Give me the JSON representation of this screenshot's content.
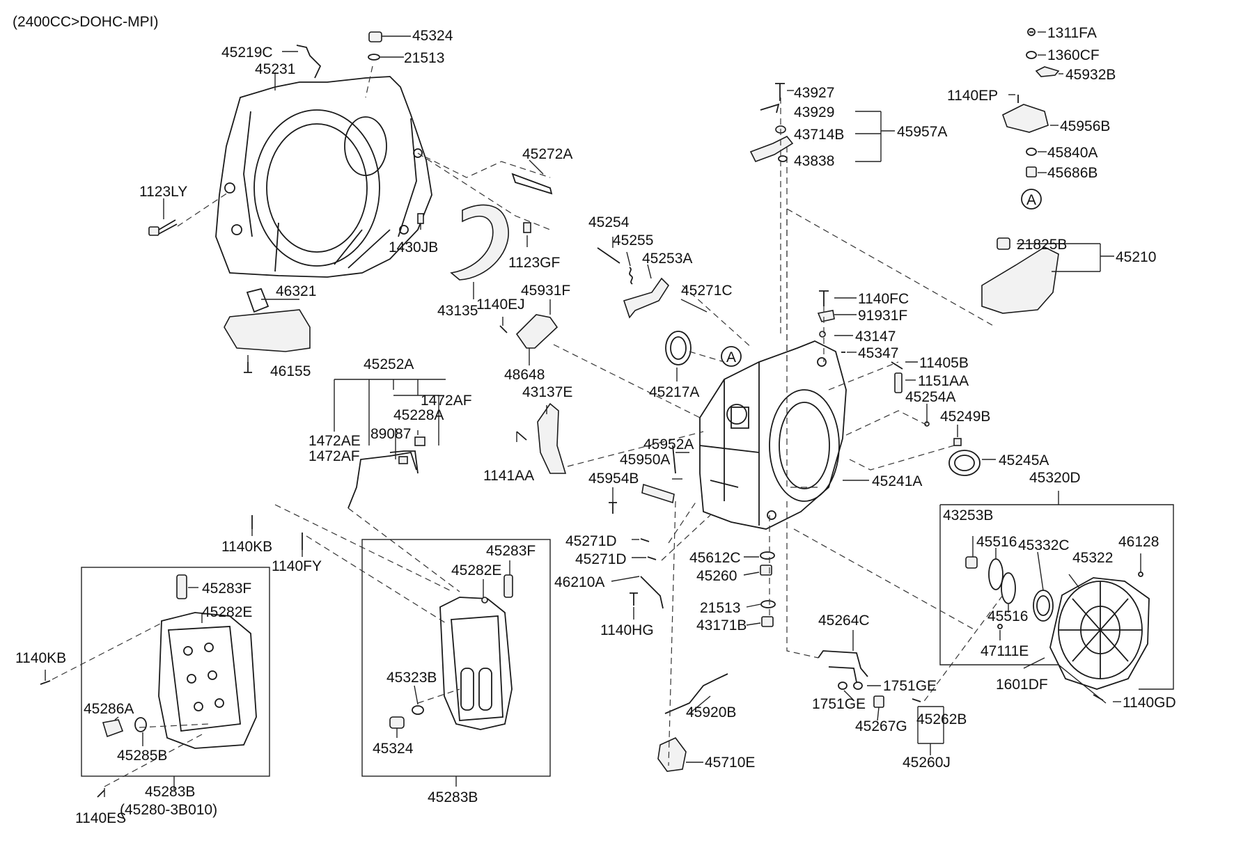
{
  "header": "(2400CC>DOHC-MPI)",
  "labels": {
    "l45324a": "45324",
    "l21513a": "21513",
    "l45219C": "45219C",
    "l45231": "45231",
    "l1123LY": "1123LY",
    "l45272A": "45272A",
    "l1430JB": "1430JB",
    "l1123GF": "1123GF",
    "l43135": "43135",
    "l46321": "46321",
    "l46155": "46155",
    "l45252A": "45252A",
    "l1472AF_a": "1472AF",
    "l45228A": "45228A",
    "l89087": "89087",
    "l1472AE": "1472AE",
    "l1472AF_b": "1472AF",
    "l45254": "45254",
    "l45255": "45255",
    "l45253A": "45253A",
    "l45271C": "45271C",
    "l1140EJ": "1140EJ",
    "l45931F": "45931F",
    "l48648": "48648",
    "l43137E": "43137E",
    "l1141AA": "1141AA",
    "l45217A": "45217A",
    "lA1": "A",
    "l43927": "43927",
    "l43929": "43929",
    "l43714B": "43714B",
    "l43838": "43838",
    "l45957A": "45957A",
    "l1311FA": "1311FA",
    "l1360CF": "1360CF",
    "l45932B": "45932B",
    "l1140EP": "1140EP",
    "l45956B": "45956B",
    "l45840A": "45840A",
    "l45686B": "45686B",
    "lA2": "A",
    "l21825B": "21825B",
    "l45210": "45210",
    "l1140FC": "1140FC",
    "l91931F": "91931F",
    "l43147": "43147",
    "l45347": "45347",
    "l11405B": "11405B",
    "l1151AA": "1151AA",
    "l45254A": "45254A",
    "l45249B": "45249B",
    "l45245A": "45245A",
    "l45952A": "45952A",
    "l45950A": "45950A",
    "l45954B": "45954B",
    "l45241A": "45241A",
    "l45320D": "45320D",
    "l43253B": "43253B",
    "l45516a": "45516",
    "l45332C": "45332C",
    "l46128": "46128",
    "l45322": "45322",
    "l45516b": "45516",
    "l47111E": "47111E",
    "l1601DF": "1601DF",
    "l1140GD": "1140GD",
    "l45271Da": "45271D",
    "l45271Db": "45271D",
    "l45612C": "45612C",
    "l45260": "45260",
    "l46210A": "46210A",
    "l1140HG": "1140HG",
    "l21513b": "21513",
    "l43171B": "43171B",
    "l45264C": "45264C",
    "l1751GEa": "1751GE",
    "l1751GEb": "1751GE",
    "l45267G": "45267G",
    "l45262B": "45262B",
    "l45260J": "45260J",
    "l45920B": "45920B",
    "l45710E": "45710E",
    "l1140KBa": "1140KB",
    "l1140FY": "1140FY",
    "l45283Fa": "45283F",
    "l45282Ea": "45282E",
    "l1140KBb": "1140KB",
    "l45286A": "45286A",
    "l45285B": "45285B",
    "l45283Ba": "45283B",
    "l45280": "(45280-3B010)",
    "l1140ES": "1140ES",
    "l45283Fb": "45283F",
    "l45282Eb": "45282E",
    "l45323B": "45323B",
    "l45324b": "45324",
    "l45283Bb": "45283B"
  }
}
